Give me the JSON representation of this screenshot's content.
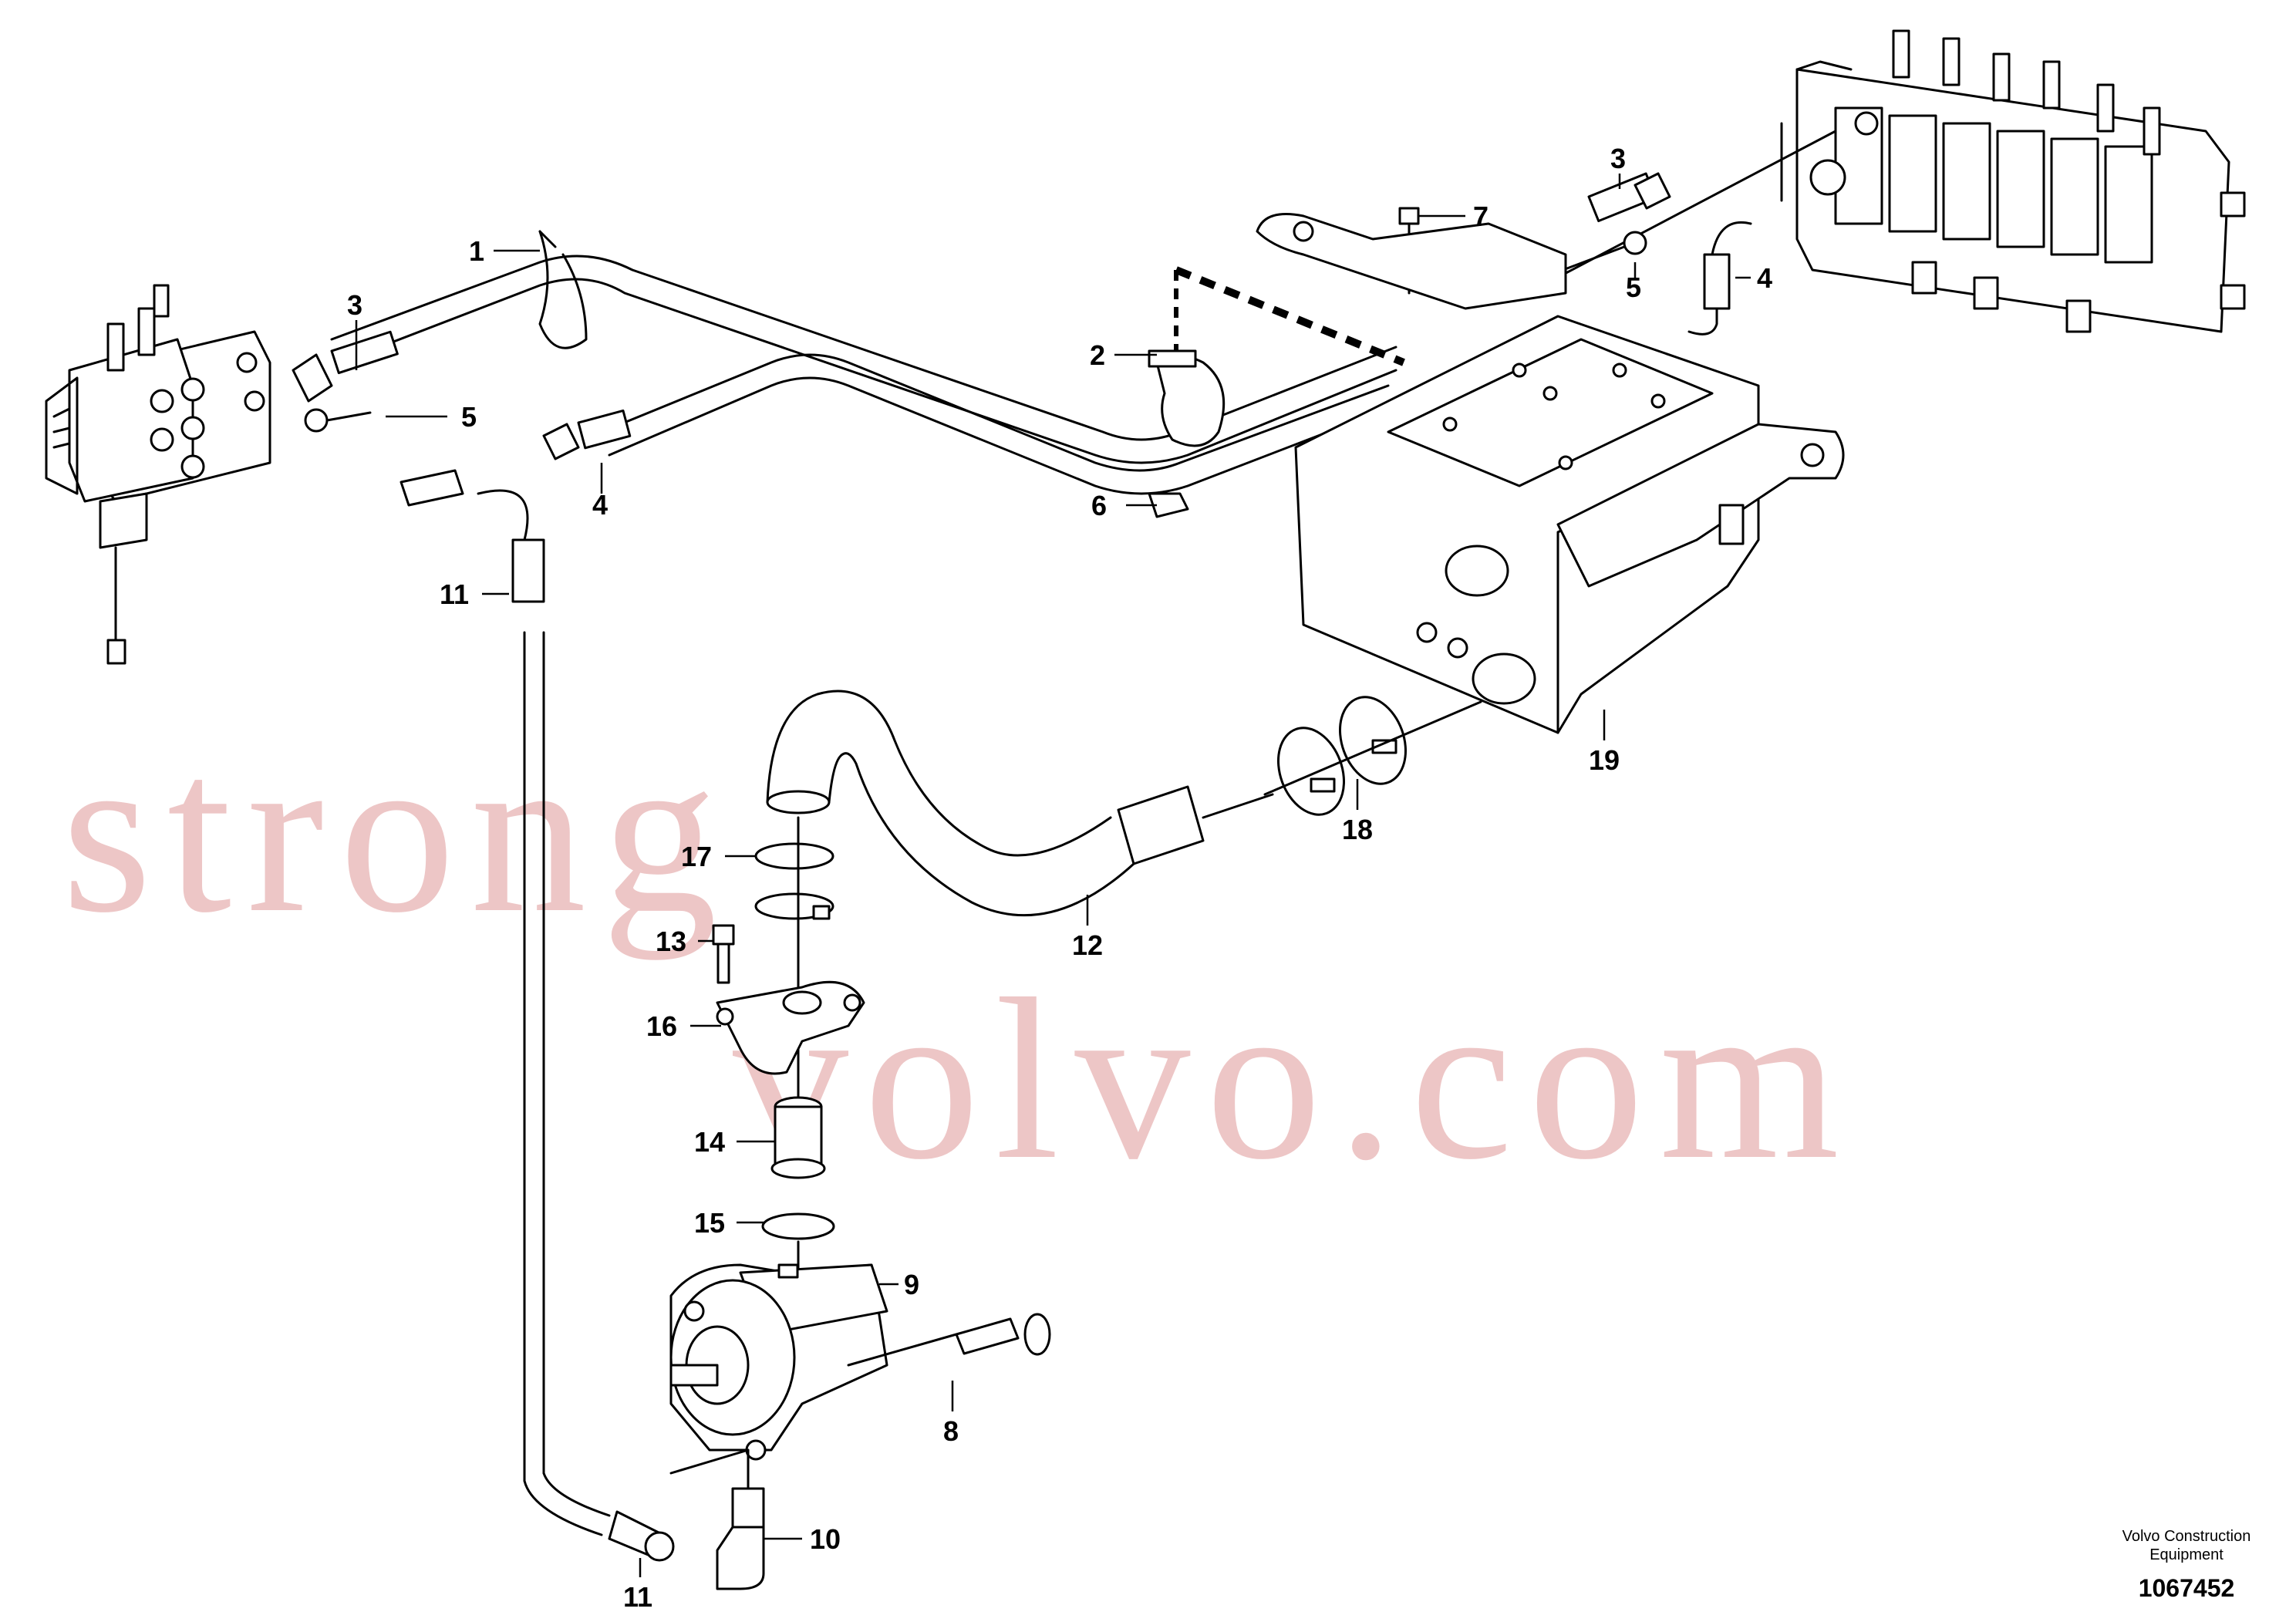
{
  "watermark": {
    "line1": "strong",
    "line2": "volvo.com"
  },
  "brand": {
    "name_line1": "Volvo Construction",
    "name_line2": "Equipment"
  },
  "drawing_number": "1067452",
  "callouts": [
    {
      "id": "c1",
      "text": "1"
    },
    {
      "id": "c2",
      "text": "2"
    },
    {
      "id": "c3a",
      "text": "3"
    },
    {
      "id": "c3b",
      "text": "3"
    },
    {
      "id": "c4a",
      "text": "4"
    },
    {
      "id": "c4b",
      "text": "4"
    },
    {
      "id": "c5a",
      "text": "5"
    },
    {
      "id": "c5b",
      "text": "5"
    },
    {
      "id": "c6",
      "text": "6"
    },
    {
      "id": "c7",
      "text": "7"
    },
    {
      "id": "c8",
      "text": "8"
    },
    {
      "id": "c9",
      "text": "9"
    },
    {
      "id": "c10",
      "text": "10"
    },
    {
      "id": "c11a",
      "text": "11"
    },
    {
      "id": "c11b",
      "text": "11"
    },
    {
      "id": "c12",
      "text": "12"
    },
    {
      "id": "c13",
      "text": "13"
    },
    {
      "id": "c14",
      "text": "14"
    },
    {
      "id": "c15",
      "text": "15"
    },
    {
      "id": "c16",
      "text": "16"
    },
    {
      "id": "c17",
      "text": "17"
    },
    {
      "id": "c18",
      "text": "18"
    },
    {
      "id": "c19",
      "text": "19"
    }
  ]
}
